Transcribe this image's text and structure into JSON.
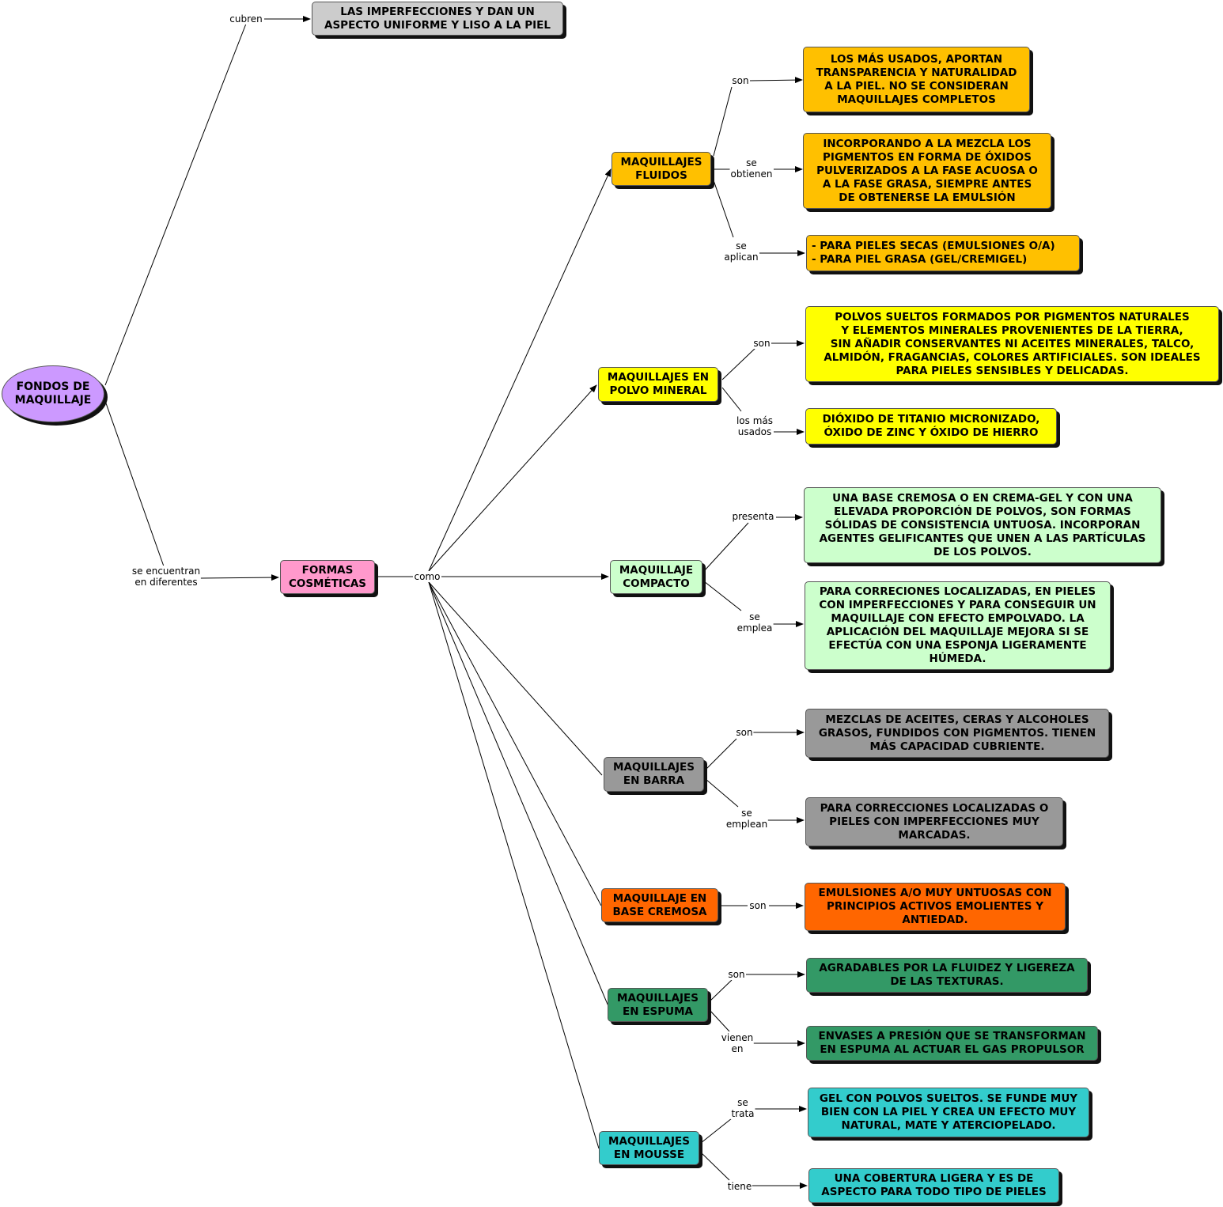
{
  "colors": {
    "root": "#cc99ff",
    "top": "#cccccc",
    "formas": "#ff99cc",
    "fluidos": "#ffc000",
    "mineral": "#ffff00",
    "compacto": "#ccffcc",
    "barra": "#999999",
    "cremosa": "#ff6600",
    "espuma": "#339966",
    "mousse": "#33cccc"
  },
  "nodes": {
    "root": "FONDOS DE\nMAQUILLAJE",
    "top": "LAS IMPERFECCIONES Y DAN UN\nASPECTO UNIFORME Y LISO A LA PIEL",
    "formas": "FORMAS\nCOSMÉTICAS",
    "fluidos": "MAQUILLAJES\nFLUIDOS",
    "fluidos_son": "LOS MÁS USADOS, APORTAN\nTRANSPARENCIA Y NATURALIDAD\nA LA PIEL. NO SE CONSIDERAN\nMAQUILLAJES COMPLETOS",
    "fluidos_obtienen": "INCORPORANDO A LA MEZCLA  LOS\nPIGMENTOS EN FORMA DE ÓXIDOS\nPULVERIZADOS A LA FASE ACUOSA O\nA LA FASE GRASA, SIEMPRE ANTES\nDE OBTENERSE LA EMULSIÓN",
    "fluidos_aplican": "- PARA PIELES SECAS (EMULSIONES O/A)\n- PARA PIEL GRASA (GEL/CREMIGEL)",
    "mineral": "MAQUILLAJES EN\nPOLVO MINERAL",
    "mineral_son": "POLVOS SUELTOS FORMADOS POR PIGMENTOS NATURALES\nY ELEMENTOS MINERALES PROVENIENTES DE LA TIERRA,\nSIN AÑADIR CONSERVANTES NI ACEITES MINERALES, TALCO,\nALMIDÓN, FRAGANCIAS, COLORES ARTIFICIALES. SON IDEALES\nPARA PIELES SENSIBLES Y DELICADAS.",
    "mineral_usados": "DIÓXIDO DE TITANIO MICRONIZADO,\nÓXIDO DE ZINC Y ÓXIDO DE HIERRO",
    "compacto": "MAQUILLAJE\nCOMPACTO",
    "compacto_presenta": "UNA BASE CREMOSA O EN CREMA-GEL Y CON UNA\nELEVADA PROPORCIÓN DE POLVOS, SON FORMAS\nSÓLIDAS DE CONSISTENCIA UNTUOSA. INCORPORAN\nAGENTES GELIFICANTES QUE UNEN A LAS PARTÍCULAS\nDE LOS POLVOS.",
    "compacto_emplea": "PARA CORRECIONES LOCALIZADAS, EN PIELES\nCON IMPERFECCIONES Y PARA CONSEGUIR UN\nMAQUILLAJE CON EFECTO EMPOLVADO. LA\nAPLICACIÓN DEL MAQUILLAJE MEJORA SI SE\nEFECTÚA CON UNA ESPONJA LIGERAMENTE\nHÚMEDA.",
    "barra": "MAQUILLAJES\nEN BARRA",
    "barra_son": "MEZCLAS DE ACEITES, CERAS Y ALCOHOLES\nGRASOS, FUNDIDOS CON PIGMENTOS. TIENEN\nMÁS CAPACIDAD CUBRIENTE.",
    "barra_emplean": "PARA CORRECCIONES LOCALIZADAS O\nPIELES CON IMPERFECCIONES MUY\nMARCADAS.",
    "cremosa": "MAQUILLAJE EN\nBASE CREMOSA",
    "cremosa_son": "EMULSIONES A/O MUY UNTUOSAS CON\nPRINCIPIOS ACTIVOS EMOLIENTES Y\nANTIEDAD.",
    "espuma": "MAQUILLAJES\nEN ESPUMA",
    "espuma_son": "AGRADABLES POR LA FLUIDEZ Y LIGEREZA\nDE LAS TEXTURAS.",
    "espuma_vienen": "ENVASES A PRESIÓN QUE SE TRANSFORMAN\nEN ESPUMA AL ACTUAR EL GAS PROPULSOR",
    "mousse": "MAQUILLAJES\nEN MOUSSE",
    "mousse_trata": "GEL CON POLVOS SUELTOS. SE FUNDE MUY\nBIEN CON LA PIEL Y CREA UN EFECTO MUY\nNATURAL, MATE Y ATERCIOPELADO.",
    "mousse_tiene": "UNA COBERTURA LIGERA Y ES DE\nASPECTO PARA TODO TIPO DE PIELES"
  },
  "links": {
    "cubren": "cubren",
    "encuentran": "se encuentran\nen diferentes",
    "como": "como",
    "fluidos_son": "son",
    "fluidos_obtienen": "se\nobtienen",
    "fluidos_aplican": "se\naplican",
    "mineral_son": "son",
    "mineral_usados": "los más\nusados",
    "compacto_presenta": "presenta",
    "compacto_emplea": "se\nemplea",
    "barra_son": "son",
    "barra_emplean": "se\nemplean",
    "cremosa_son": "son",
    "espuma_son": "son",
    "espuma_vienen": "vienen\nen",
    "mousse_trata": "se\ntrata",
    "mousse_tiene": "tiene"
  }
}
